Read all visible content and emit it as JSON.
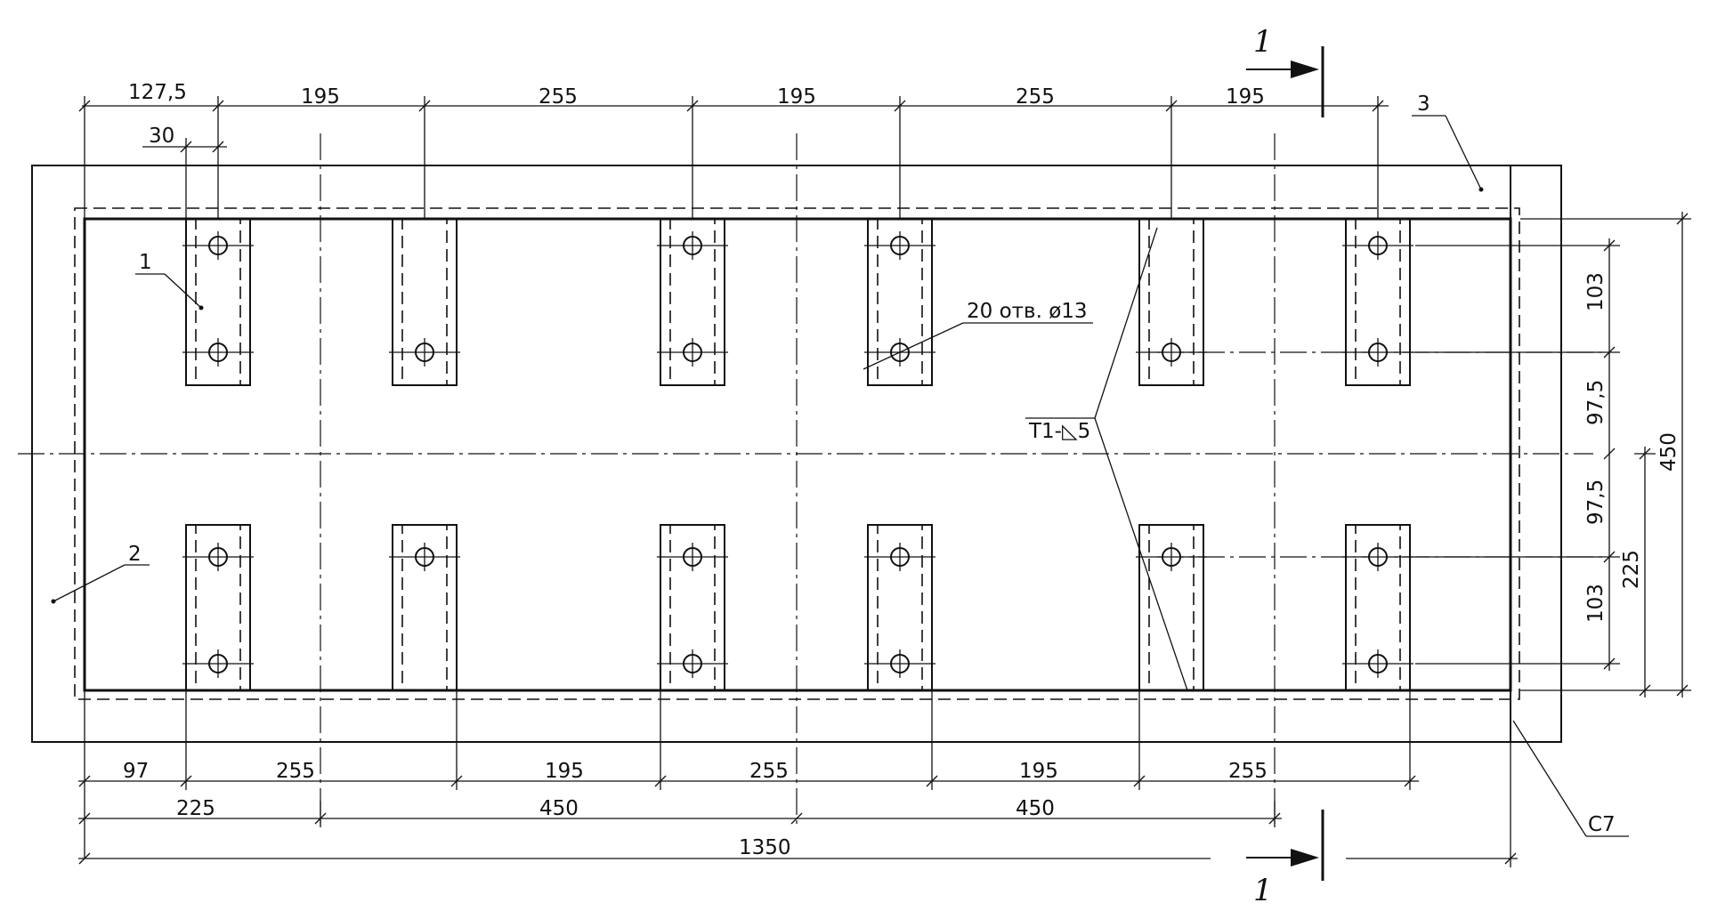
{
  "drawing": {
    "section_mark": "1",
    "callouts": {
      "part_1": "1",
      "part_2": "2",
      "part_3": "3",
      "holes": "20 отв. ø13",
      "weld": "T1-◺5",
      "corner_weld": "C7"
    },
    "dimensions": {
      "top_row": [
        "127,5",
        "195",
        "255",
        "195",
        "255",
        "195"
      ],
      "top_small": "30",
      "right_inner": [
        "103",
        "97,5",
        "97,5",
        "103"
      ],
      "right_mid": "225",
      "right_total": "450",
      "bottom_row1": [
        "97",
        "255",
        "195",
        "255",
        "195",
        "255"
      ],
      "bottom_row2": [
        "225",
        "450",
        "450"
      ],
      "bottom_total": "1350"
    }
  }
}
